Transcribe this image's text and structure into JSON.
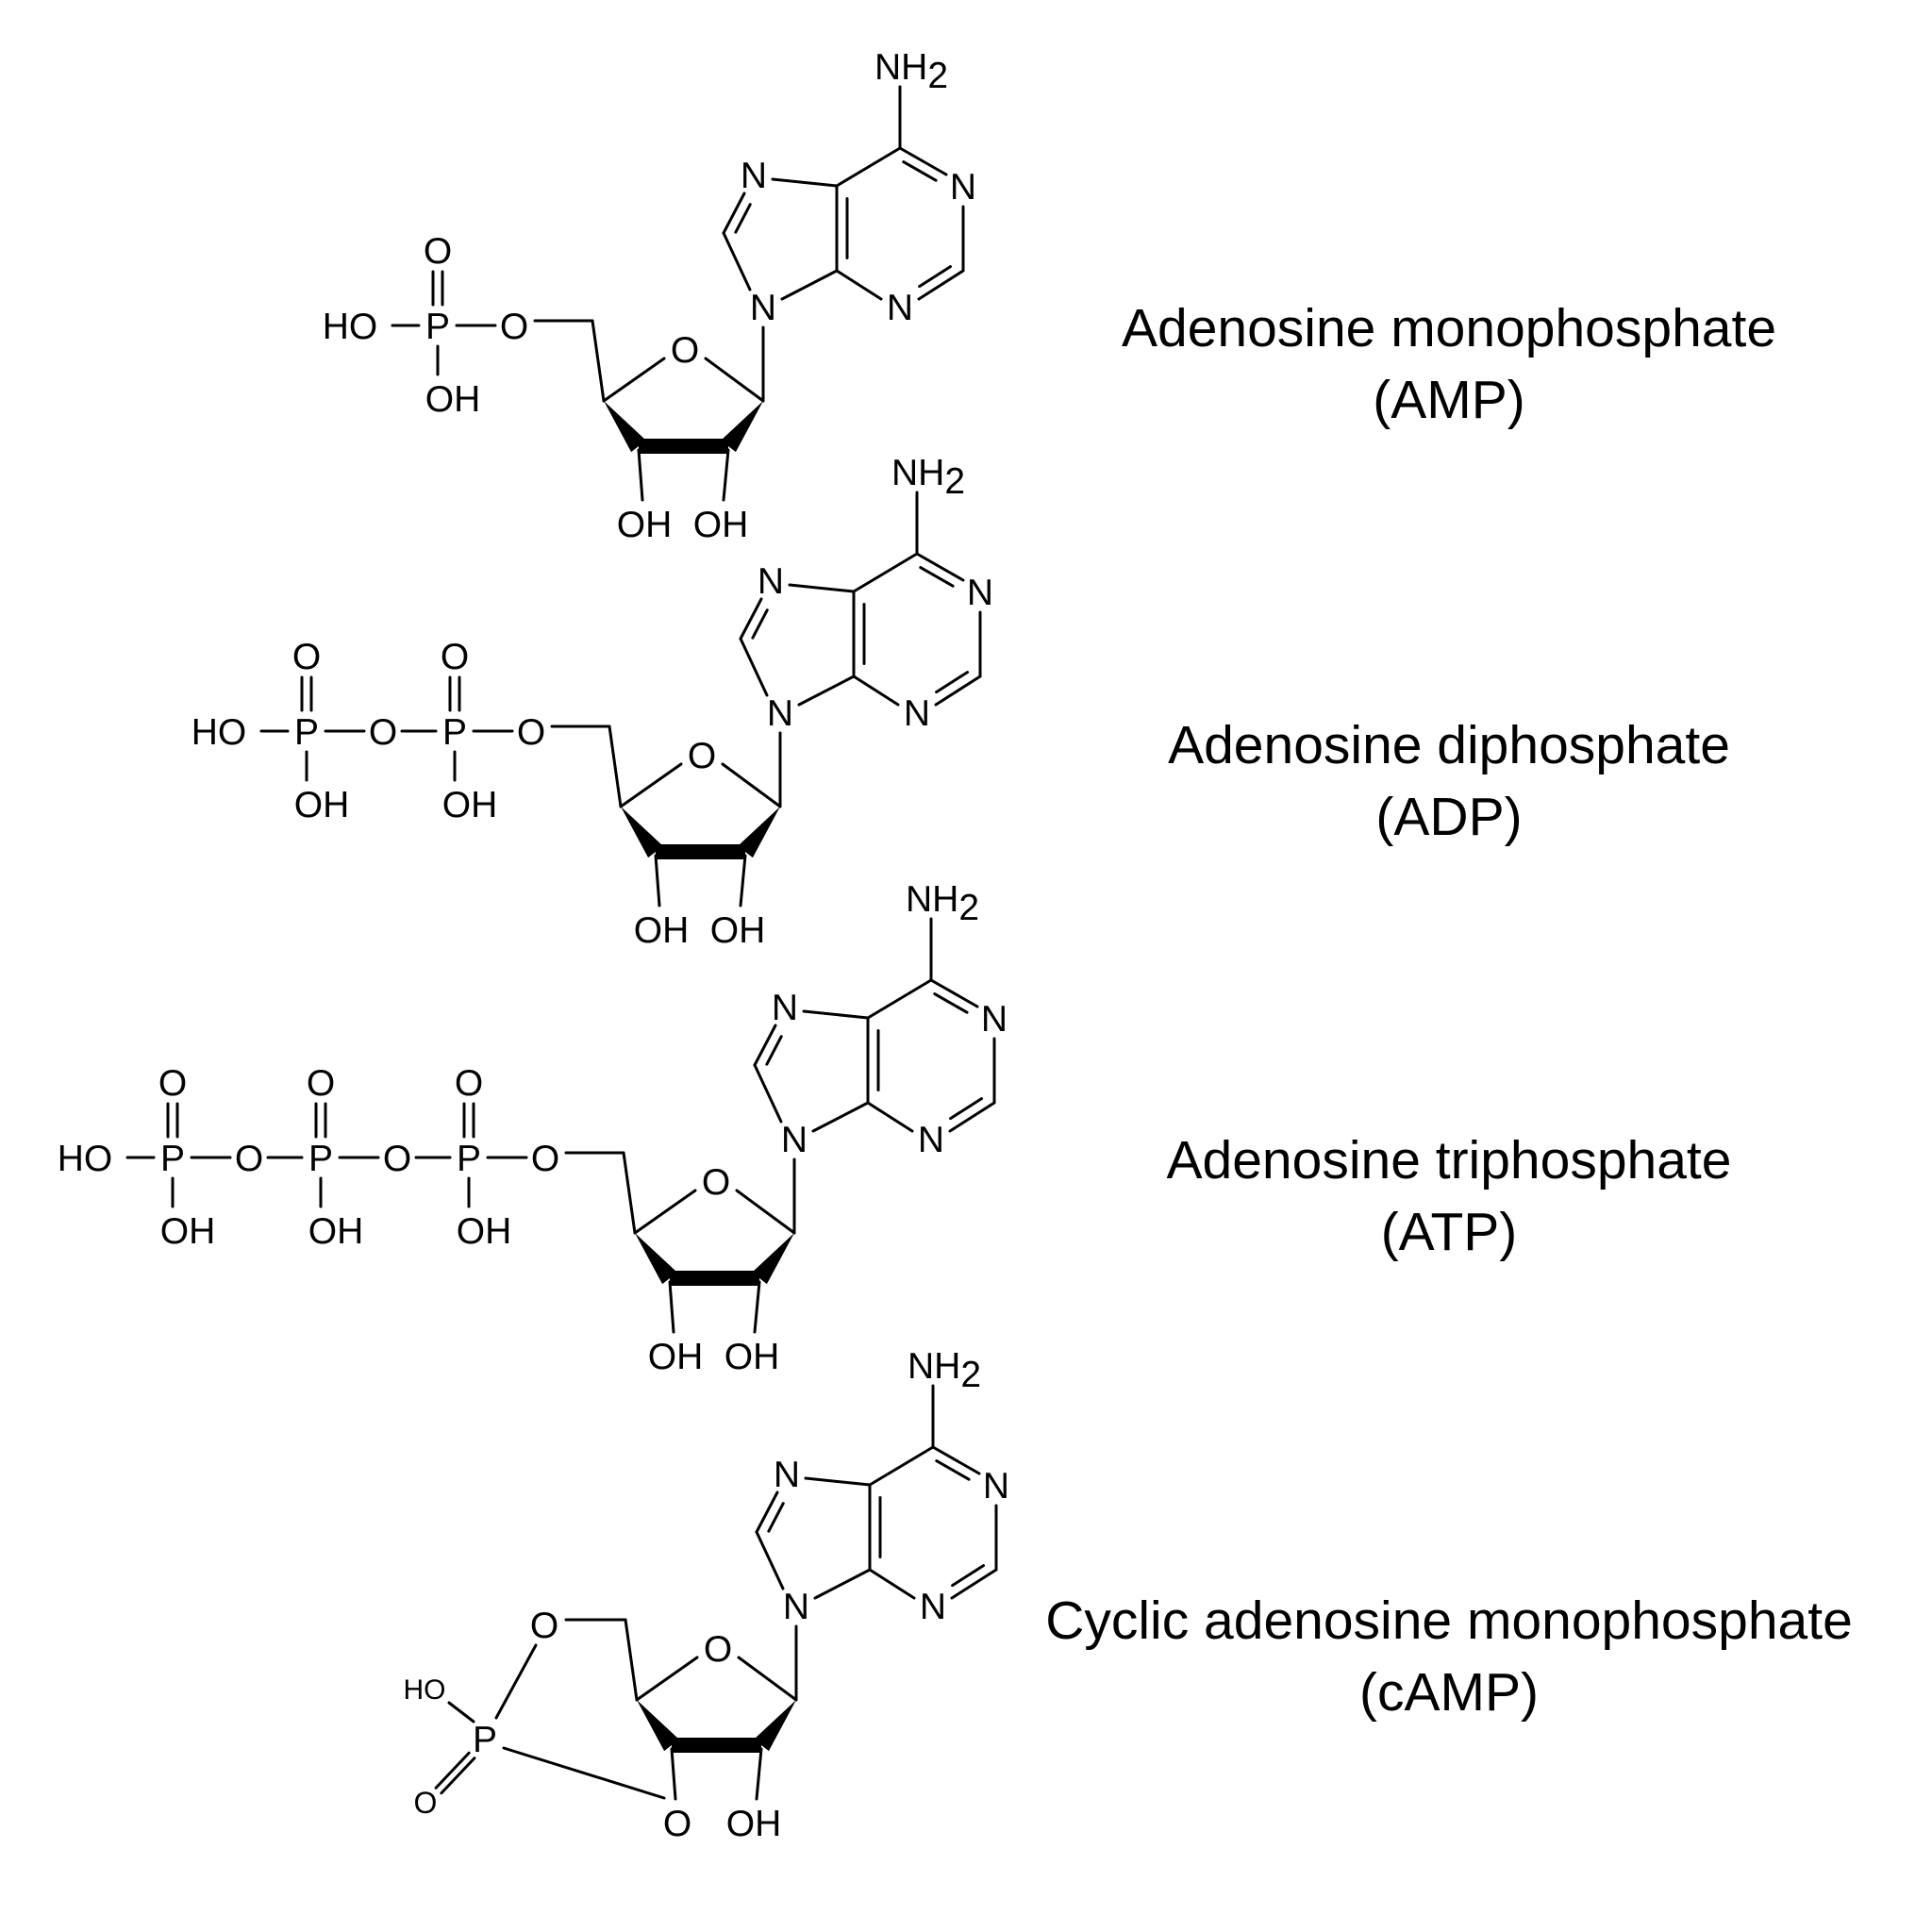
{
  "molecules": [
    {
      "id": "amp",
      "name": "Adenosine monophosphate",
      "abbrev": "(AMP)",
      "phosphate_groups": 1,
      "cyclic": false
    },
    {
      "id": "adp",
      "name": "Adenosine diphosphate",
      "abbrev": "(ADP)",
      "phosphate_groups": 2,
      "cyclic": false
    },
    {
      "id": "atp",
      "name": "Adenosine triphosphate",
      "abbrev": "(ATP)",
      "phosphate_groups": 3,
      "cyclic": false
    },
    {
      "id": "camp",
      "name": "Cyclic adenosine monophosphate",
      "abbrev": "(cAMP)",
      "phosphate_groups": 1,
      "cyclic": true
    }
  ],
  "atom_labels": {
    "amine_n": "NH",
    "amine_h_count": "2",
    "nitrogen": "N",
    "oxygen": "O",
    "phosphorus": "P",
    "hydroxyl": "OH",
    "hydroxyl_left": "HO"
  },
  "colors": {
    "ink": "#000000",
    "background": "#ffffff"
  }
}
